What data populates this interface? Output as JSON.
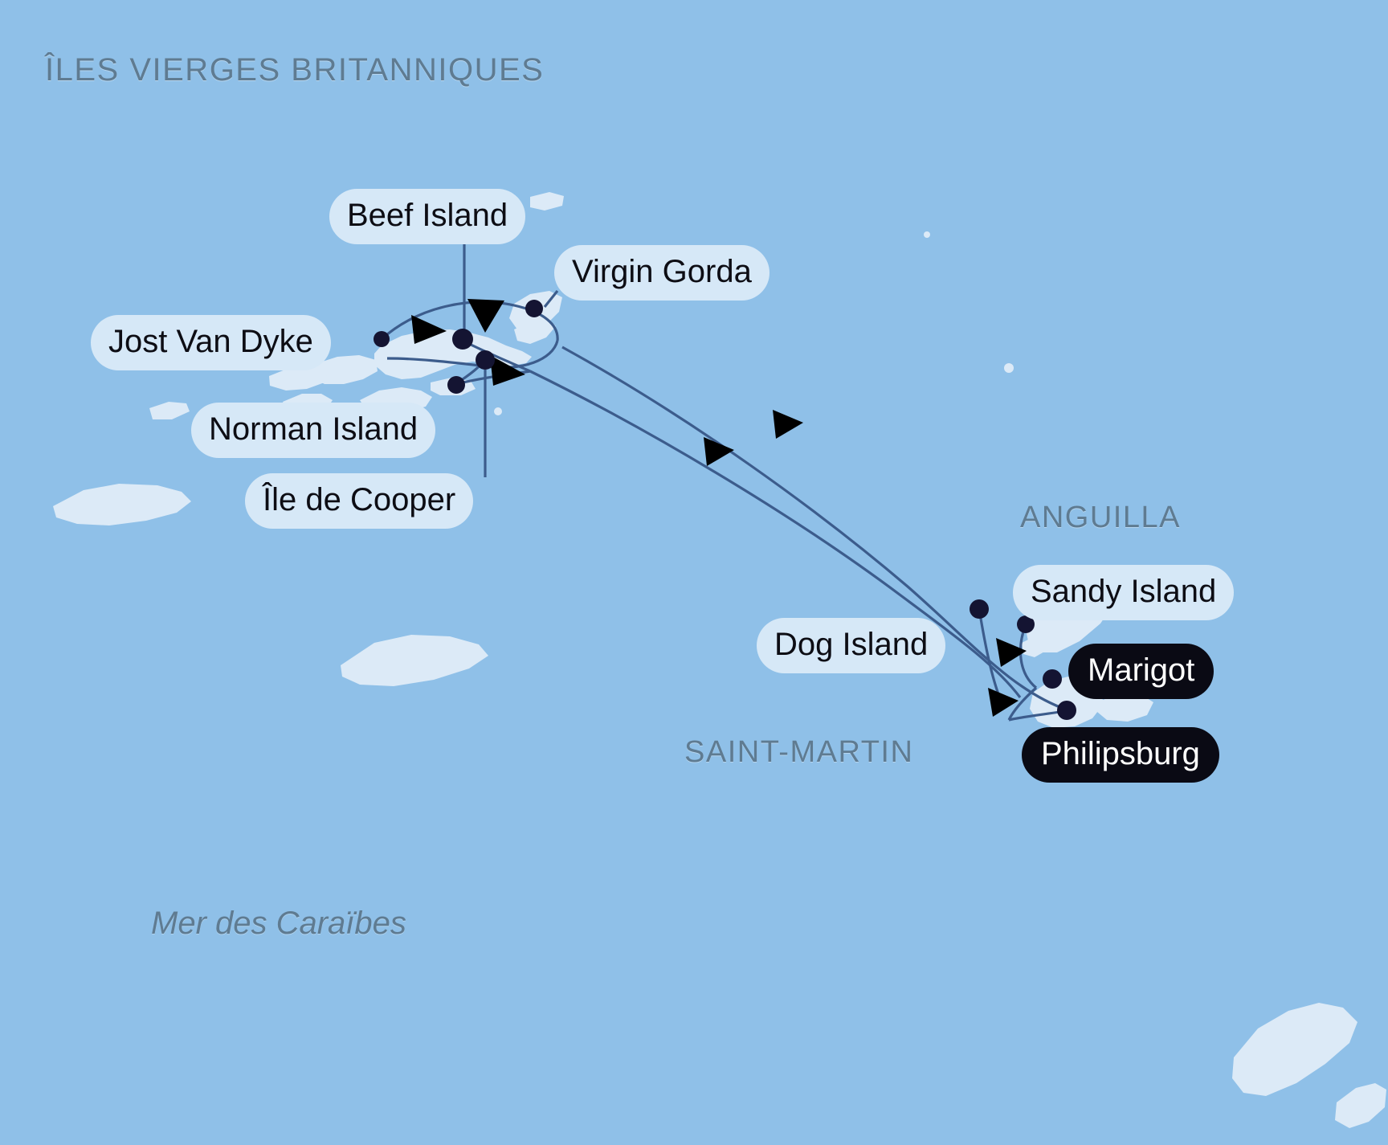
{
  "map": {
    "sea_label": "Mer des Caraïbes",
    "colors": {
      "sea": "#8fc0e8",
      "land": "#dceaf7",
      "route_line": "#3c5c8c",
      "port_dot": "#141432",
      "arrow": "#000000",
      "region_text": "#5f7b91",
      "pill_light_bg": "#d6e8f7",
      "pill_light_text": "#0d0d14",
      "pill_dark_bg": "#0a0a14",
      "pill_dark_text": "#ffffff"
    },
    "regions": [
      {
        "id": "bvi",
        "label": "ÎLES VIERGES BRITANNIQUES"
      },
      {
        "id": "anguilla",
        "label": "ANGUILLA"
      },
      {
        "id": "saint-martin",
        "label": "SAINT-MARTIN"
      }
    ],
    "ports": [
      {
        "id": "beef-island",
        "label": "Beef Island",
        "style": "light",
        "dot": true
      },
      {
        "id": "virgin-gorda",
        "label": "Virgin Gorda",
        "style": "light",
        "dot": true
      },
      {
        "id": "jost-van-dyke",
        "label": "Jost Van Dyke",
        "style": "light",
        "dot": true
      },
      {
        "id": "norman-island",
        "label": "Norman Island",
        "style": "light",
        "dot": true
      },
      {
        "id": "ile-de-cooper",
        "label": "Île de Cooper",
        "style": "light",
        "dot": true
      },
      {
        "id": "sandy-island",
        "label": "Sandy Island",
        "style": "light",
        "dot": true
      },
      {
        "id": "dog-island",
        "label": "Dog Island",
        "style": "light",
        "dot": true
      },
      {
        "id": "marigot",
        "label": "Marigot",
        "style": "dark",
        "dot": true
      },
      {
        "id": "philipsburg",
        "label": "Philipsburg",
        "style": "dark",
        "dot": true
      }
    ]
  }
}
